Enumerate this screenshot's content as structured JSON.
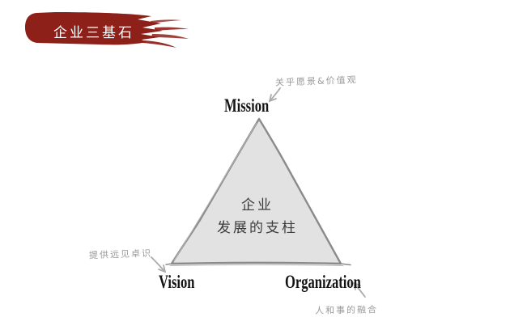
{
  "banner": {
    "title": "企业三基石",
    "color": "#8d2018",
    "text_color": "#ffffff"
  },
  "diagram": {
    "triangle": {
      "fill": "#e2e2e2",
      "stroke": "#8b8b8b",
      "sketch_stroke": "#b3b3b3"
    },
    "center": {
      "line1": "企业",
      "line2": "发展的支柱"
    },
    "arrow_color": "#ababab",
    "label_color": "#141414",
    "note_color": "#9a9a9a",
    "nodes": [
      {
        "id": "mission",
        "label": "Mission",
        "annotation": "关乎愿景&价值观"
      },
      {
        "id": "vision",
        "label": "Vision",
        "annotation": "提供远见卓识"
      },
      {
        "id": "organization",
        "label": "Organization",
        "annotation": "人和事的融合"
      }
    ]
  }
}
